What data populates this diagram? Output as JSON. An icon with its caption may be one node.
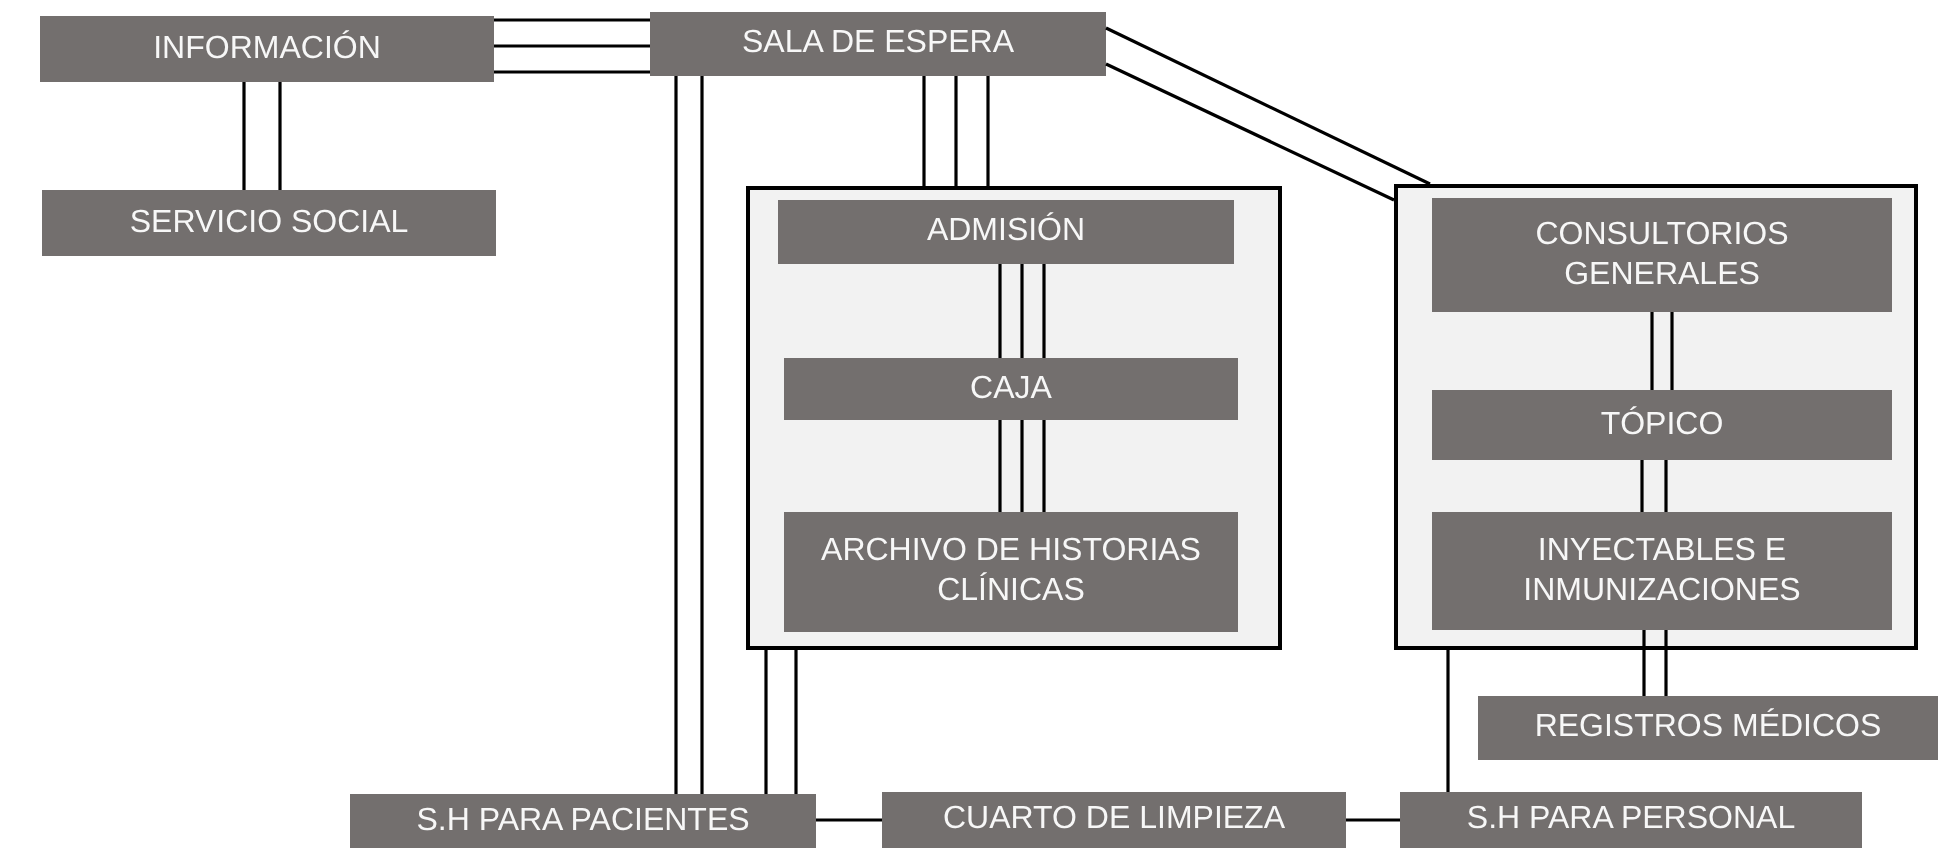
{
  "diagram": {
    "nodes": [
      {
        "text": [
          "INFORMACIÓN"
        ]
      },
      {
        "text": [
          "SERVICIO SOCIAL"
        ]
      },
      {
        "text": [
          "SALA DE ESPERA"
        ]
      },
      {
        "text": [],
        "shape": "box"
      },
      {
        "text": [
          "ADMISIÓN"
        ],
        "in": 3
      },
      {
        "text": [
          "CAJA"
        ],
        "in": 3
      },
      {
        "text": [
          "ARCHIVO DE HISTORIAS CLÍNICAS"
        ],
        "in": 3
      },
      {
        "text": [],
        "shape": "box"
      },
      {
        "text": [
          "CONSULTORIOS GENERALES"
        ],
        "in": 7
      },
      {
        "text": [
          "TÓPICO"
        ],
        "in": 7
      },
      {
        "text": [
          "INYECTABLES E INMUNIZACIONES"
        ],
        "in": 7
      },
      {
        "text": [
          "REGISTROS MÉDICOS"
        ]
      },
      {
        "text": [
          "S.H PARA PACIENTES"
        ]
      },
      {
        "text": [
          "CUARTO DE LIMPIEZA"
        ]
      },
      {
        "text": [
          "S.H PARA PERSONAL"
        ]
      }
    ],
    "edges": [
      {
        "from": 0,
        "to": 2,
        "arrow": "none"
      },
      {
        "from": 0,
        "to": 2,
        "arrow": "none"
      },
      {
        "from": 0,
        "to": 2,
        "arrow": "none"
      },
      {
        "from": 0,
        "to": 1,
        "arrow": "none"
      },
      {
        "from": 0,
        "to": 1,
        "arrow": "none"
      },
      {
        "from": 2,
        "to": 3,
        "arrow": "none"
      },
      {
        "from": 2,
        "to": 3,
        "arrow": "none"
      },
      {
        "from": 2,
        "to": 3,
        "arrow": "none"
      },
      {
        "from": 2,
        "to": 7,
        "arrow": "none"
      },
      {
        "from": 2,
        "to": 7,
        "arrow": "none"
      },
      {
        "from": 2,
        "to": 12,
        "arrow": "none"
      },
      {
        "from": 2,
        "to": 12,
        "arrow": "none"
      },
      {
        "from": 4,
        "to": 5,
        "arrow": "none"
      },
      {
        "from": 4,
        "to": 5,
        "arrow": "none"
      },
      {
        "from": 4,
        "to": 5,
        "arrow": "none"
      },
      {
        "from": 5,
        "to": 6,
        "arrow": "none"
      },
      {
        "from": 5,
        "to": 6,
        "arrow": "none"
      },
      {
        "from": 5,
        "to": 6,
        "arrow": "none"
      },
      {
        "from": 8,
        "to": 9,
        "arrow": "none"
      },
      {
        "from": 8,
        "to": 9,
        "arrow": "none"
      },
      {
        "from": 9,
        "to": 10,
        "arrow": "none"
      },
      {
        "from": 9,
        "to": 10,
        "arrow": "none"
      },
      {
        "from": 10,
        "to": 11,
        "arrow": "none"
      },
      {
        "from": 10,
        "to": 11,
        "arrow": "none"
      },
      {
        "from": 3,
        "to": 12,
        "arrow": "none"
      },
      {
        "from": 3,
        "to": 12,
        "arrow": "none"
      },
      {
        "from": 12,
        "to": 13,
        "arrow": "none"
      },
      {
        "from": 13,
        "to": 14,
        "arrow": "none"
      },
      {
        "from": 7,
        "to": 14,
        "arrow": "none"
      }
    ]
  }
}
